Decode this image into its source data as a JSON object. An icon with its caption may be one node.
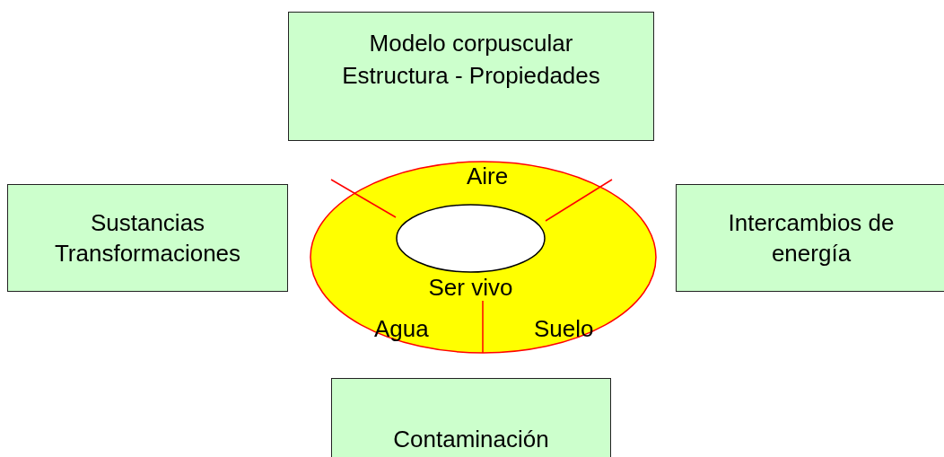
{
  "diagram": {
    "nodes": [
      {
        "text": [
          "Modelo corpuscular Estructura - Propiedades"
        ]
      },
      {
        "text": [
          "Sustancias Transformaciones"
        ]
      },
      {
        "text": [
          "Aire",
          "Agua",
          "Suelo"
        ]
      },
      {
        "text": [
          "Ser vivo"
        ],
        "in": 2
      },
      {
        "text": [
          "Intercambios de energía"
        ]
      },
      {
        "text": [
          "Contaminación"
        ]
      }
    ]
  }
}
